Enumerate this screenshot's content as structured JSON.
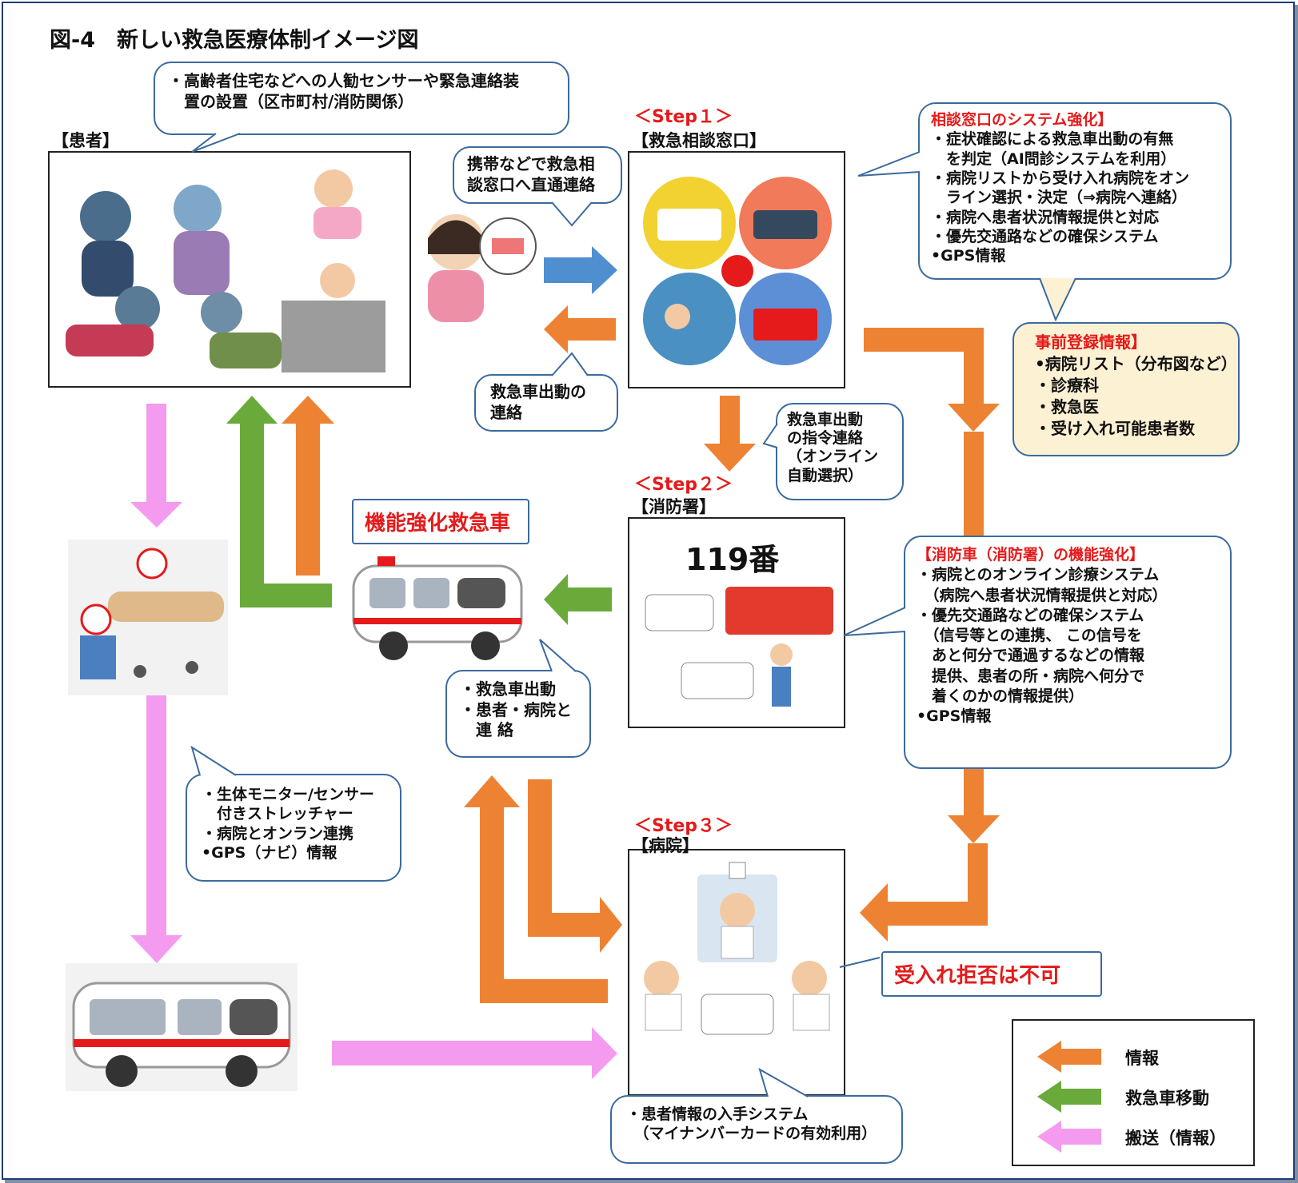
{
  "title": "図-4　新しい救急医療体制イメージ図",
  "colors": {
    "info": "#ee8233",
    "ambulance_move": "#6aaa3a",
    "transport": "#f49bf0",
    "alert": "#e51a1a",
    "bubble_border": "#3b6a9e"
  },
  "patient": {
    "label": "【患者】"
  },
  "step1": {
    "step": "＜Step１＞",
    "label": "【救急相談窓口】"
  },
  "step2": {
    "step": "＜Step２＞",
    "label": "【消防署】",
    "number_sign": "119番"
  },
  "step3": {
    "step": "＜Step３＞",
    "label": "【病院】"
  },
  "ambulance_title": "機能強化救急車",
  "refusal": "受入れ拒否は不可",
  "bubbles": {
    "sensor": [
      "・高齢者住宅などへの人勧センサーや緊急連絡装",
      "　置の設置（区市町村/消防関係）"
    ],
    "phone": [
      "携帯などで救急相",
      "談窓口へ直通連絡"
    ],
    "dispatch_notice": [
      "救急車出動の",
      "連絡"
    ],
    "consult": {
      "heading": "相談窓口のシステム強化】",
      "items": [
        "・症状確認による救急車出動の有無",
        "　を判定（AI問診システムを利用）",
        "・病院リストから受け入れ病院をオン",
        "　ライン選択・決定（⇒病院へ連絡）",
        "・病院へ患者状況情報提供と対応",
        "・優先交通路などの確保システム",
        "•GPS情報"
      ]
    },
    "preregister": {
      "heading": "事前登録情報】",
      "items": [
        "•病院リスト（分布図など）",
        "・診療科",
        "・救急医",
        "・受け入れ可能患者数"
      ]
    },
    "dispatch_order": [
      "救急車出動",
      "の指令連絡",
      "（オンライン",
      "自動選択）"
    ],
    "fire": {
      "heading": "【消防車（消防署）の機能強化】",
      "items": [
        "・病院とのオンライン診療システム",
        "　（病院へ患者状況情報提供と対応）",
        "・優先交通路などの確保システム",
        "　（信号等との連携、 この信号を",
        "　あと何分で通過するなどの情報",
        "　提供、患者の所・病院へ何分で",
        "　着くのかの情報提供）",
        "•GPS情報"
      ]
    },
    "ambulance": [
      "・救急車出動",
      "・患者・病院と",
      "　連 絡"
    ],
    "stretcher": [
      "・生体モニター/センサー",
      "　付きストレッチャー",
      "・病院とオンラン連携",
      "•GPS（ナビ）情報"
    ],
    "patient_info": [
      "・患者情報の入手システム",
      "　（マイナンバーカードの有効利用）"
    ]
  },
  "legend": [
    {
      "label": "情報",
      "color": "#ee8233"
    },
    {
      "label": "救急車移動",
      "color": "#6aaa3a"
    },
    {
      "label": "搬送（情報）",
      "color": "#f49bf0"
    }
  ]
}
